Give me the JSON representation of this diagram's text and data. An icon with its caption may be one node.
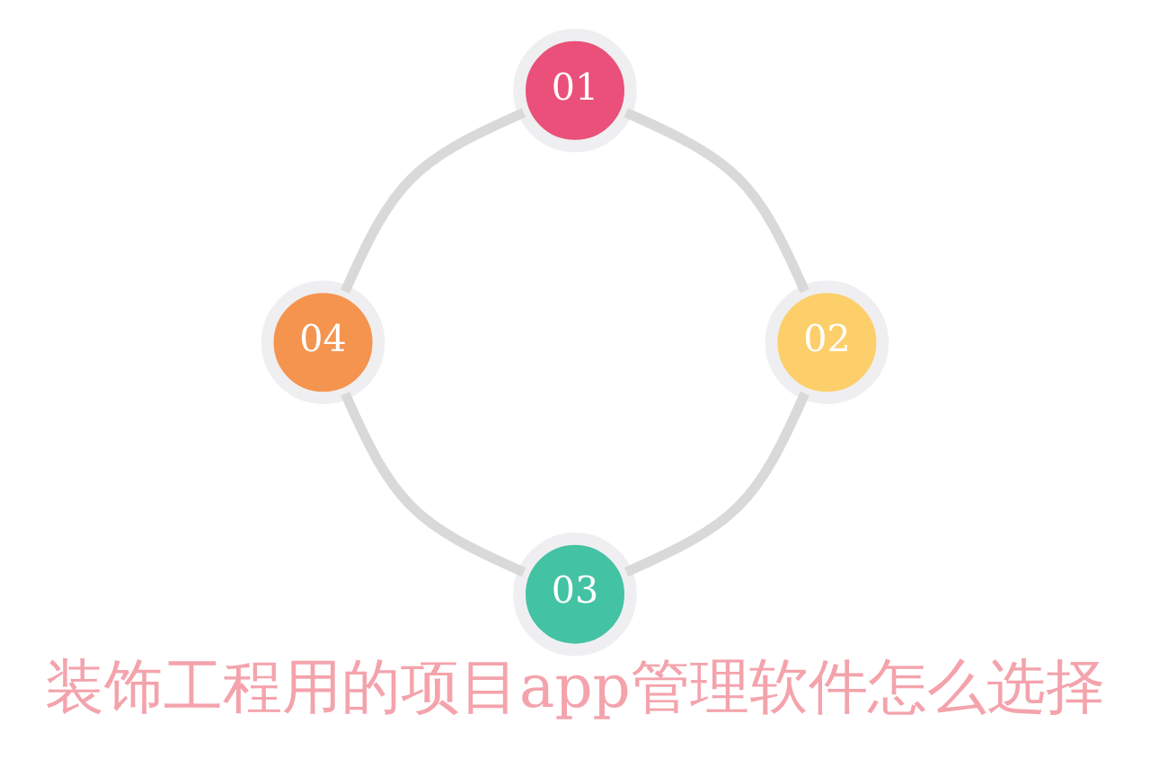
{
  "diagram": {
    "title": "装饰工程用的项目app管理软件怎么选择",
    "nodes": [
      {
        "text": [
          "01"
        ]
      },
      {
        "text": [
          "02"
        ]
      },
      {
        "text": [
          "03"
        ]
      },
      {
        "text": [
          "04"
        ]
      }
    ],
    "edges": [
      {
        "from": 0,
        "to": 1,
        "arrow": "none"
      },
      {
        "from": 1,
        "to": 2,
        "arrow": "none"
      },
      {
        "from": 2,
        "to": 3,
        "arrow": "none"
      },
      {
        "from": 3,
        "to": 0,
        "arrow": "none"
      }
    ]
  }
}
